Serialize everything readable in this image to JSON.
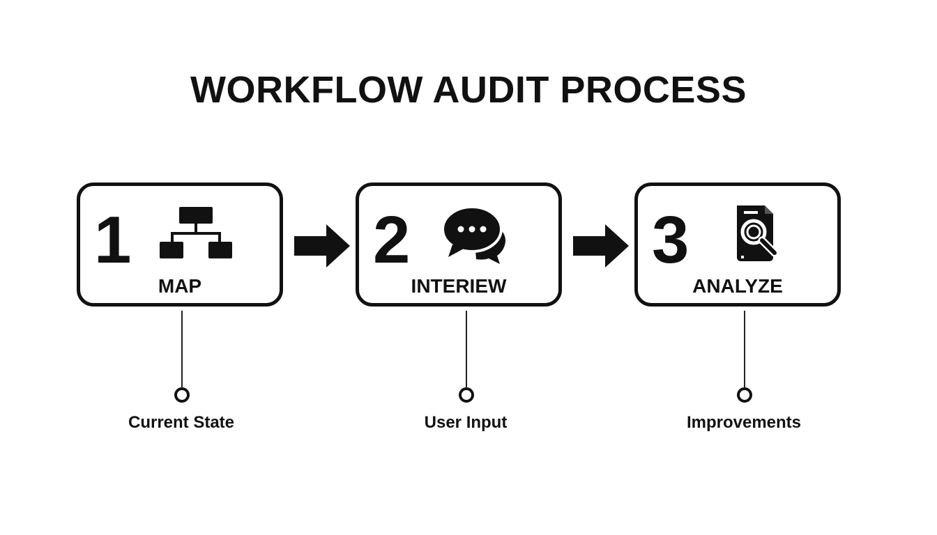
{
  "title": "WORKFLOW AUDIT PROCESS",
  "steps": [
    {
      "number": "1",
      "label": "MAP",
      "icon": "org-chart-icon",
      "caption": "Current State"
    },
    {
      "number": "2",
      "label": "INTERIEW",
      "icon": "chat-bubbles-icon",
      "caption": "User Input"
    },
    {
      "number": "3",
      "label": "ANALYZE",
      "icon": "document-search-icon",
      "caption": "Improvements"
    }
  ],
  "colors": {
    "ink": "#111111",
    "background": "#ffffff"
  }
}
